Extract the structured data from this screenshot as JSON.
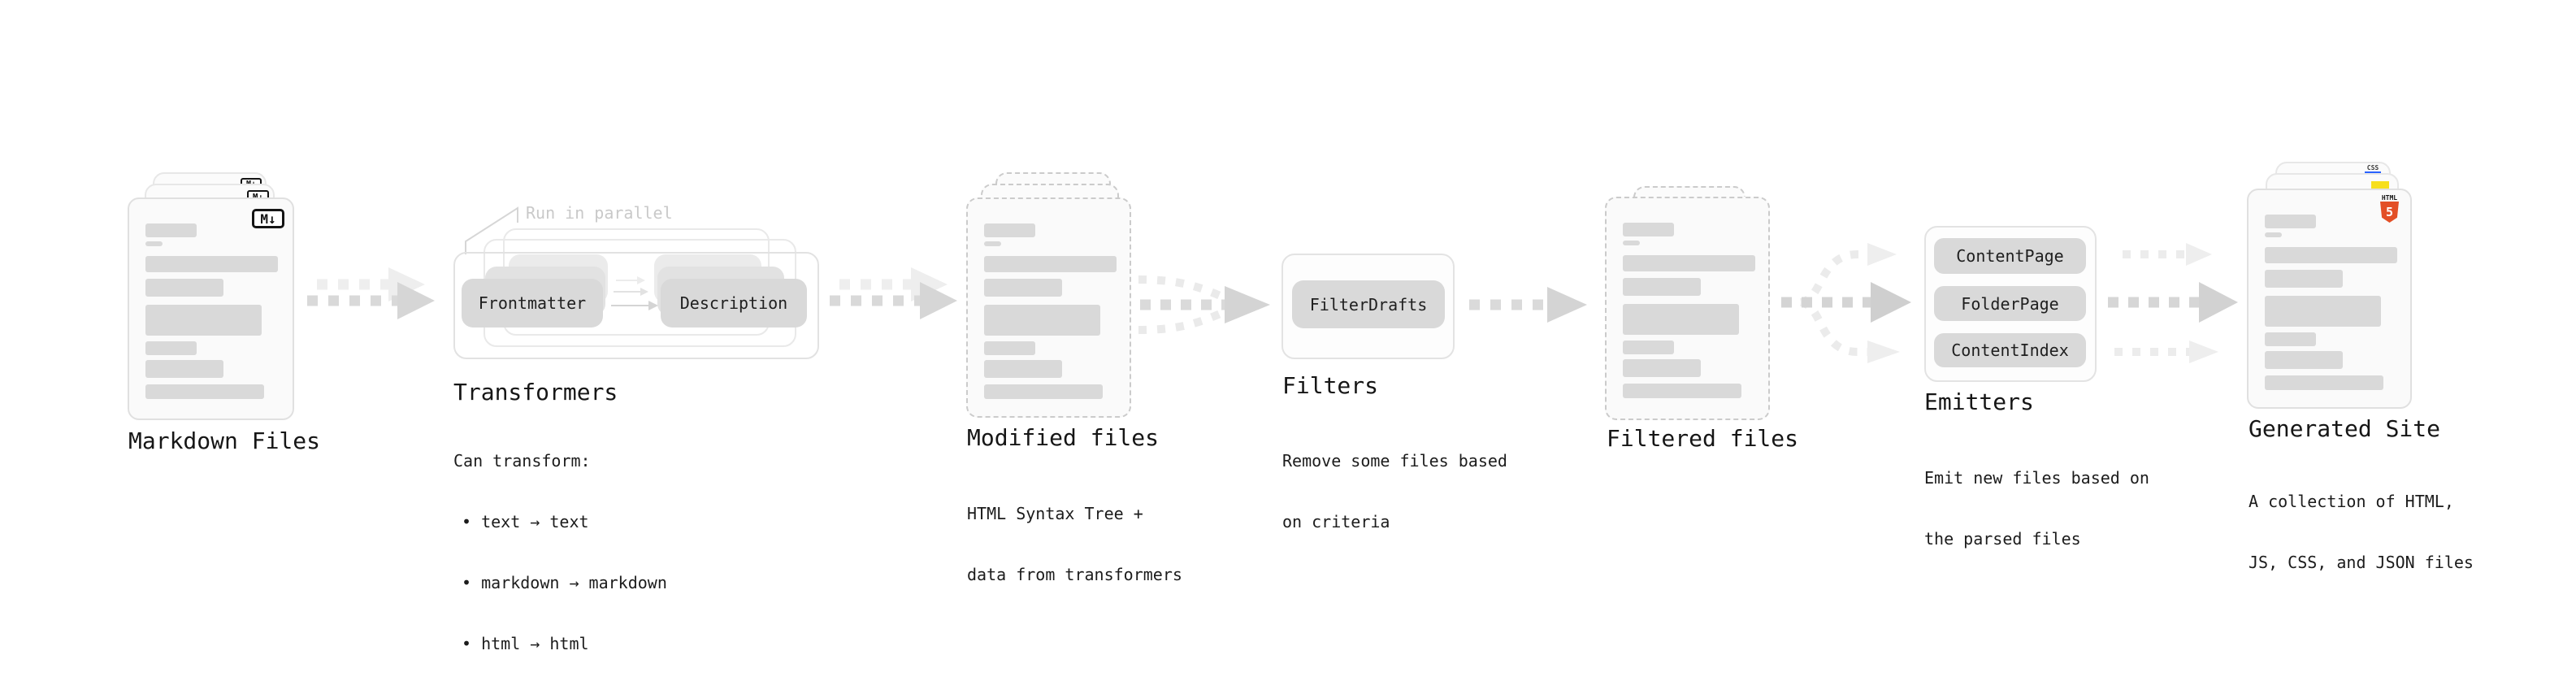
{
  "stages": {
    "markdown_files": {
      "title": "Markdown Files",
      "badge": "M↓"
    },
    "transformers": {
      "title": "Transformers",
      "parallel_label": "Run in parallel",
      "pill_left": "Frontmatter",
      "pill_right": "Description",
      "desc_heading": "Can transform:",
      "bullets": [
        "• text → text",
        "• markdown → markdown",
        "• html → html"
      ]
    },
    "modified_files": {
      "title": "Modified files",
      "desc": [
        "HTML Syntax Tree +",
        "data from transformers"
      ]
    },
    "filters": {
      "title": "Filters",
      "pill": "FilterDrafts",
      "desc": [
        "Remove some files based",
        "on criteria"
      ]
    },
    "filtered_files": {
      "title": "Filtered files"
    },
    "emitters": {
      "title": "Emitters",
      "pills": [
        "ContentPage",
        "FolderPage",
        "ContentIndex"
      ],
      "desc": [
        "Emit new files based on",
        "the parsed files"
      ]
    },
    "generated_site": {
      "title": "Generated Site",
      "desc": [
        "A collection of HTML,",
        "JS, CSS, and JSON files"
      ],
      "css_badge": "CSS",
      "html_badge_label": "HTML",
      "html_badge_number": "5"
    }
  },
  "colors": {
    "html5_orange": "#e34f26",
    "js_yellow": "#f7df1e",
    "css_blue": "#2962ff",
    "card_fill": "#fafafa",
    "bar_fill": "#d9d9d9",
    "muted_label": "#c9c9c9"
  }
}
